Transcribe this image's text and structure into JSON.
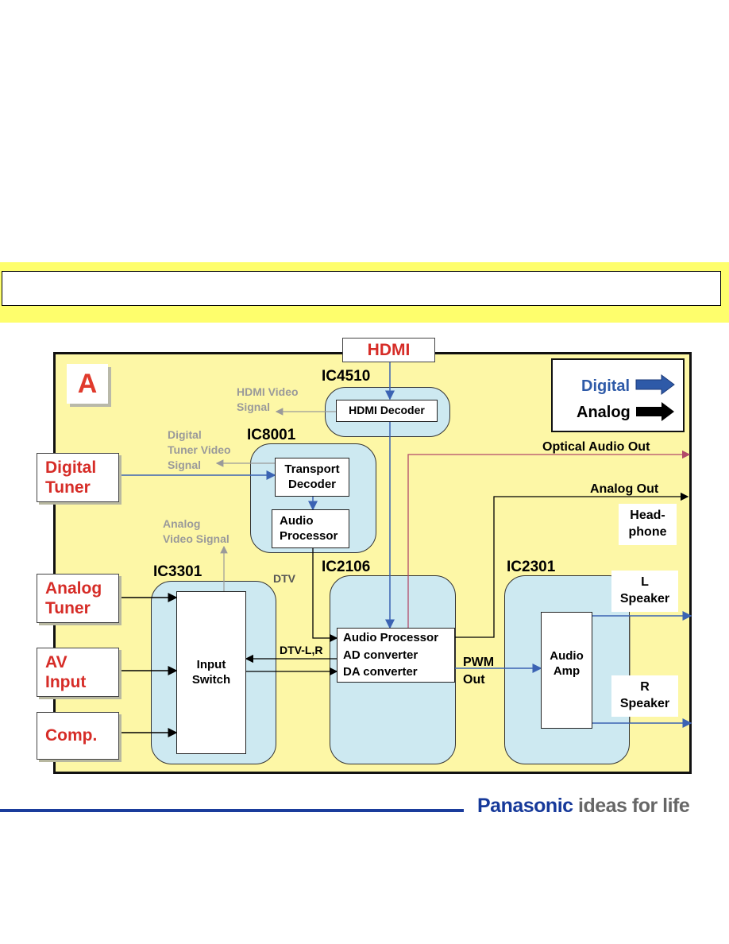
{
  "header": {
    "title_text": ""
  },
  "panel": {
    "letter": "A"
  },
  "legend": {
    "digital_label": "Digital",
    "analog_label": "Analog",
    "digital_color": "#2e5aa8",
    "analog_color": "#000000"
  },
  "sources": {
    "hdmi": "HDMI",
    "digital_tuner": [
      "Digital",
      "Tuner"
    ],
    "analog_tuner": [
      "Analog",
      "Tuner"
    ],
    "av_input": [
      "AV",
      "Input"
    ],
    "comp": "Comp."
  },
  "ics": {
    "ic4510": {
      "name": "IC4510",
      "block": "HDMI Decoder"
    },
    "ic8001": {
      "name": "IC8001",
      "block1": [
        "Transport",
        "Decoder"
      ],
      "block2": [
        "Audio",
        "Processor"
      ]
    },
    "ic3301": {
      "name": "IC3301",
      "block": [
        "Input",
        "Switch"
      ]
    },
    "ic2106": {
      "name": "IC2106",
      "block": [
        "Audio Processor",
        "AD converter",
        "DA converter"
      ]
    },
    "ic2301": {
      "name": "IC2301",
      "block": [
        "Audio",
        "Amp"
      ]
    }
  },
  "signals": {
    "hdmi_video": [
      "HDMI Video",
      "Signal"
    ],
    "digital_tuner_video": [
      "Digital",
      "Tuner Video",
      "Signal"
    ],
    "analog_video": [
      "Analog",
      "Video Signal"
    ],
    "dtv": "DTV",
    "dtv_lr": "DTV-L,R",
    "pwm_out": [
      "PWM",
      "Out"
    ]
  },
  "outputs": {
    "optical": "Optical Audio Out",
    "analog": "Analog Out",
    "headphone": [
      "Head-",
      "phone"
    ],
    "l_speaker": [
      "L",
      "Speaker"
    ],
    "r_speaker": [
      "R",
      "Speaker"
    ]
  },
  "footer": {
    "brand": "Panasonic",
    "tagline": "ideas for life"
  }
}
